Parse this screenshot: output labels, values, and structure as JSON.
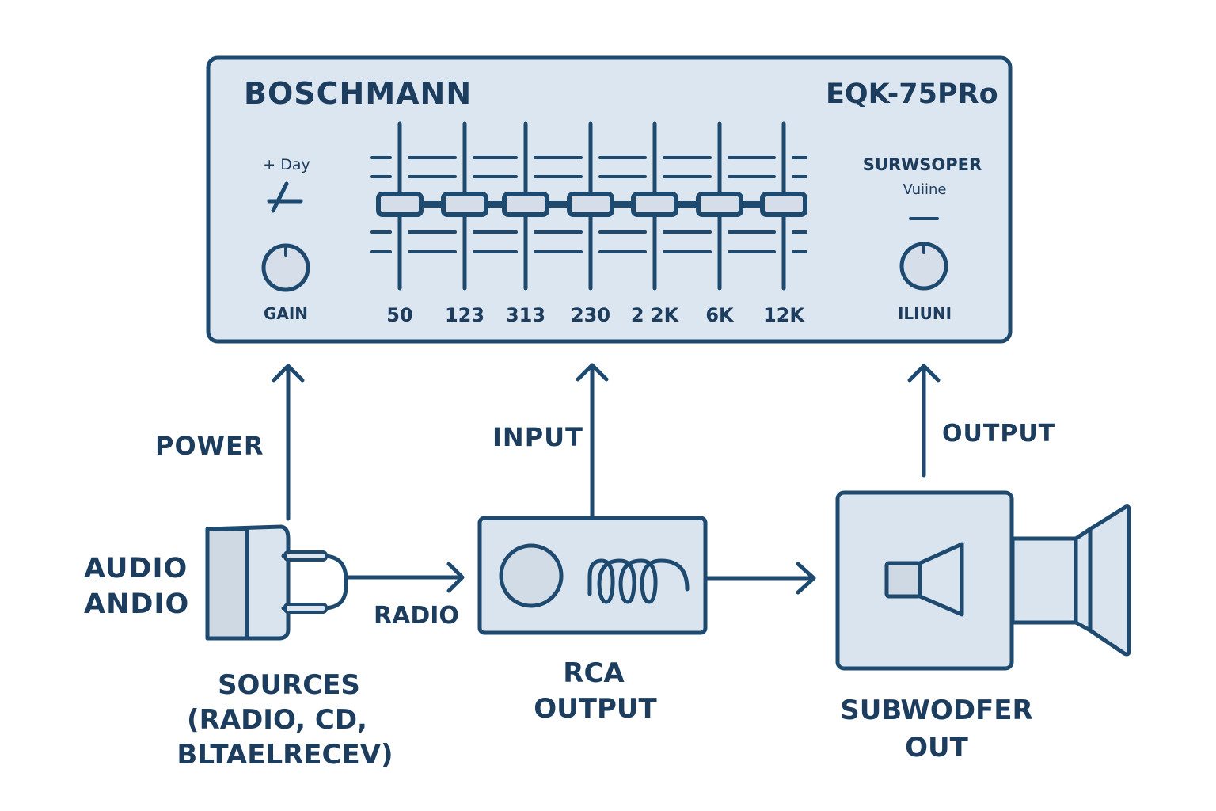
{
  "equalizer": {
    "brand": "BOSCHMANN",
    "model": "EQK-75PRo",
    "left_control": {
      "caption": "+ Day",
      "icon": "airplane-icon",
      "knob_label": "GAIN"
    },
    "sliders": [
      {
        "label": "50"
      },
      {
        "label": "123"
      },
      {
        "label": "313"
      },
      {
        "label": "230"
      },
      {
        "label": "2 2K"
      },
      {
        "label": "6K"
      },
      {
        "label": "12K"
      }
    ],
    "right_control": {
      "title": "SURWSOPER",
      "subtitle": "Vuiine",
      "knob_label": "ILIUNI"
    }
  },
  "connections": {
    "power": "POWER",
    "input": "INPUT",
    "output": "OUTPUT",
    "radio": "RADIO"
  },
  "blocks": {
    "sources": {
      "side_label_line1": "AUDIO",
      "side_label_line2": "ANDIO",
      "caption_line1": "SOURCES",
      "caption_line2": "(RADIO, CD,",
      "caption_line3": "BLTAELRECEV)",
      "icon": "rca-plug-icon"
    },
    "rca": {
      "caption_line1": "RCA",
      "caption_line2": "OUTPUT",
      "icon": "rca-box-icon"
    },
    "subwoofer": {
      "caption_line1": "SUBWODFER",
      "caption_line2": "OUT",
      "icon": "speaker-icon"
    }
  },
  "colors": {
    "stroke": "#1f4a70",
    "panel_fill": "#dce6f1",
    "text": "#1c3d5e"
  }
}
